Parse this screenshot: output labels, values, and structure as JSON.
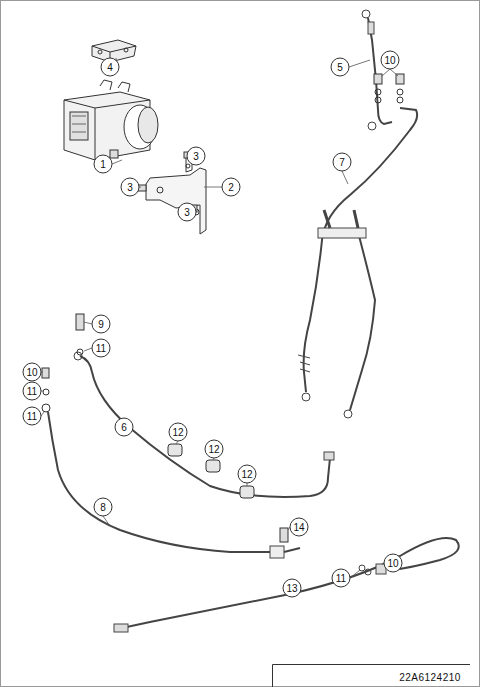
{
  "diagram": {
    "labels": [
      "10",
      "4",
      "5",
      "3",
      "7",
      "1",
      "2",
      "3",
      "3",
      "9",
      "11",
      "10",
      "11",
      "11",
      "6",
      "12",
      "12",
      "12",
      "8",
      "14",
      "10",
      "11",
      "13",
      "22A6124210"
    ]
  }
}
